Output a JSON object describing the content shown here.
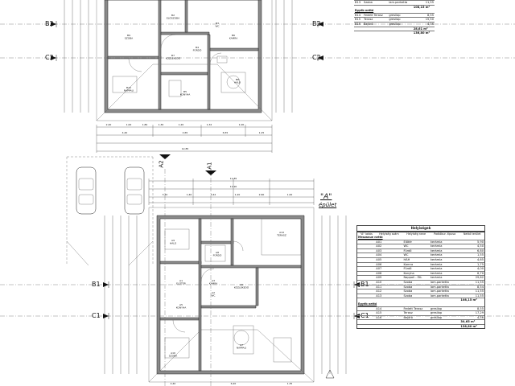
{
  "building_name": "\"A\"",
  "building_label": "épület",
  "section_markers": {
    "B2": "B2",
    "C2": "C2",
    "B1": "B1",
    "C1": "C1",
    "A1": "A1",
    "A2": "A2"
  },
  "upper_dims": {
    "row1": [
      "4,40",
      "2,65",
      "6,55",
      "1,25"
    ],
    "total": "12,85",
    "row0": [
      "2,40",
      "1,00",
      "1,80",
      "1,30",
      "1,20",
      "1,32",
      "1,00"
    ]
  },
  "lower_dims": {
    "top": "11,85",
    "top2": "11,90",
    "row1": [
      "3,40",
      "1,40",
      "3,42",
      "1,20",
      "2,60",
      "1,00"
    ],
    "bottom": [
      "4,40",
      "6,20",
      "1,35"
    ]
  },
  "room_labels_upper": [
    "B10\nNAPPALI",
    "B9\nSZOBA",
    "B2\nELŐSZOBA",
    "B7\nKÖZLEKEDŐ",
    "B8\nHÁLÓ",
    "B4\nFÜRDŐ",
    "B3\nWC",
    "B5\nKONYHA",
    "B6\nKAMRA"
  ],
  "room_labels_lower": [
    "A10\nSZOBA",
    "A9\nHÁLÓ",
    "A8\nFÜRDŐ",
    "A7\nNAPPALI",
    "A3\nKAMRA",
    "A2\nWC",
    "A1\nELŐTÉR",
    "A5\nKONYHA",
    "A14\nTERASZ",
    "A6\nKÖZLEKEDŐ"
  ],
  "top_table": {
    "rows": [
      [
        "B13",
        "Szoba",
        "lam.parketta",
        "11,55"
      ]
    ],
    "total1": "108,15 m²",
    "section2": "Egyéb nettó",
    "rows2": [
      [
        "B14",
        "Fedett Terasz",
        "gresilap",
        "8,55"
      ],
      [
        "B15",
        "Terasz",
        "gresilap",
        "15,50"
      ],
      [
        "B16",
        "Bejáró",
        "gresilap",
        "4,56"
      ]
    ],
    "total2": "28,61 m²",
    "total3": "136,80 m²"
  },
  "bottom_table": {
    "title": "Helyiségek",
    "headers": [
      "\"A\" lakás",
      "Helyiség szám",
      "Helyiség neve",
      "Padlóbur. típusa",
      "Nettó terület"
    ],
    "section1": "Meszanue nettó",
    "rows": [
      [
        "A01",
        "Előtér",
        "kerámia",
        "5,90"
      ],
      [
        "A02",
        "WC",
        "kerámia",
        "4,50"
      ],
      [
        "A03",
        "Fürdő",
        "kerámia",
        "6,80"
      ],
      [
        "A04",
        "WC",
        "kerámia",
        "1,55"
      ],
      [
        "A05",
        "HÁH",
        "kerámia",
        "4,65"
      ],
      [
        "A06",
        "Kamra",
        "kerámia",
        "1,75"
      ],
      [
        "A07",
        "Fürdő",
        "kerámia",
        "4,00"
      ],
      [
        "A08",
        "Konyha",
        "kerámia",
        "6,70"
      ],
      [
        "A09",
        "Nappali - ÉtL",
        "kerámia",
        "29,62"
      ],
      [
        "A10",
        "Szoba",
        "lam.parketta",
        "11,55"
      ],
      [
        "A11",
        "Szoba",
        "lam.parketta",
        "8,54"
      ],
      [
        "A12",
        "Szoba",
        "lam.parketta",
        "11,55"
      ],
      [
        "A13",
        "Szoba",
        "lam.parketta",
        "11,55"
      ]
    ],
    "total1": "108,15 m²",
    "section2": "Egyéb nettó",
    "rows2": [
      [
        "A14",
        "Fedett Terasz",
        "gresilap",
        "8,55"
      ],
      [
        "A15",
        "Terasz",
        "gresilap",
        "17,29"
      ],
      [
        "A16",
        "Bejáró",
        "gresilap",
        "4,56"
      ]
    ],
    "total2": "30,65 m²",
    "total3": "138,80 m²"
  }
}
